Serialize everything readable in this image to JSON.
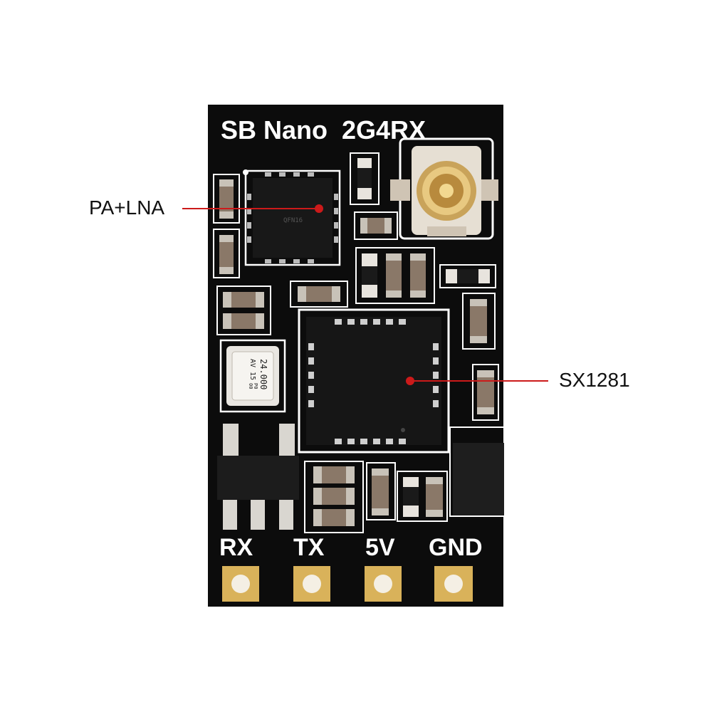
{
  "board": {
    "title": "SB Nano  2G4RX",
    "pins": [
      {
        "label": "RX"
      },
      {
        "label": "TX"
      },
      {
        "label": "5V"
      },
      {
        "label": "GND"
      }
    ],
    "crystal": {
      "line1": "24.000",
      "line2": "15",
      "line3": "P0",
      "line4": "00",
      "mark": "AV"
    },
    "pa_marking": "QFN16"
  },
  "callouts": {
    "pa_lna": "PA+LNA",
    "sx1281": "SX1281"
  },
  "colors": {
    "background": "#ffffff",
    "pcb": "#0c0c0c",
    "silkscreen": "#ffffff",
    "gold_pad": "#d9b25a",
    "callout_line": "#cc1a1a",
    "component": "#8a7868"
  }
}
